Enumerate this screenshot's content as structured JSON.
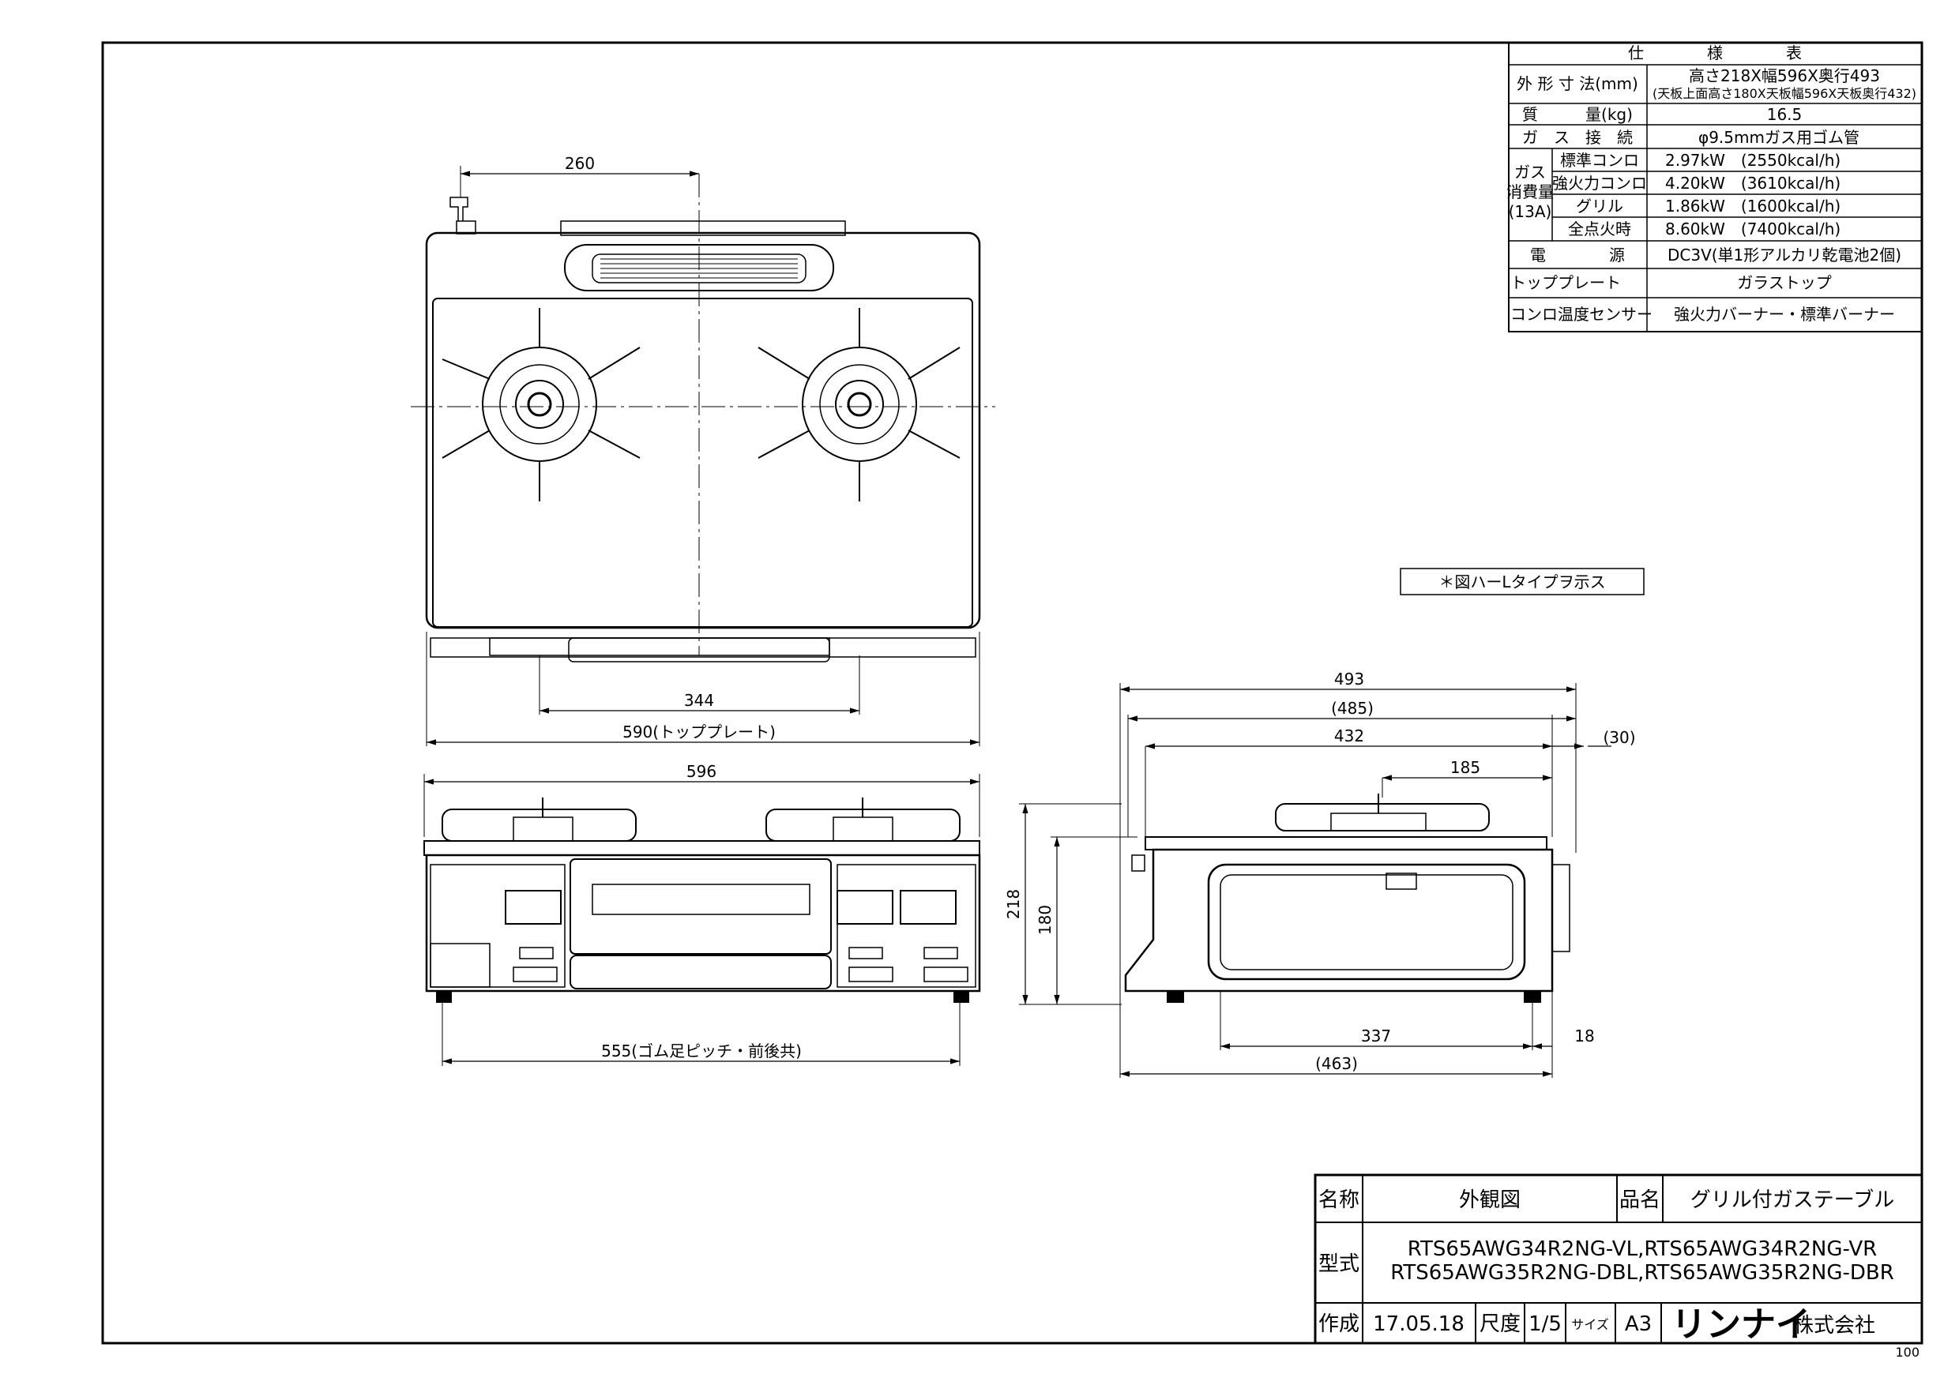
{
  "spec_table": {
    "header": "仕　　　　様　　　　表",
    "rows": [
      {
        "label": "外 形 寸 法(mm)",
        "value": "高さ218X幅596X奥行493",
        "value2": "(天板上面高さ180X天板幅596X天板奥行432)"
      },
      {
        "label": "質　　　量(kg)",
        "value": "16.5"
      },
      {
        "label": "ガ　ス　接　続",
        "value": "φ9.5mmガス用ゴム管"
      },
      {
        "label": "トッププレート",
        "value": "ガラストップ"
      },
      {
        "label": "コンロ温度センサー",
        "value": "強火力バーナー・標準バーナー"
      }
    ],
    "gas_group_label": [
      "ガス",
      "消費量",
      "(13A)"
    ],
    "gas_rows": [
      {
        "label": "標準コンロ",
        "value": "2.97kW　(2550kcal/h)"
      },
      {
        "label": "強火力コンロ",
        "value": "4.20kW　(3610kcal/h)"
      },
      {
        "label": "グリル",
        "value": "1.86kW　(1600kcal/h)"
      },
      {
        "label": "全点火時",
        "value": "8.60kW　(7400kcal/h)"
      }
    ],
    "power": {
      "label": "電　　　　源",
      "value": "DC3V(単1形アルカリ乾電池2個)"
    }
  },
  "note": "＊図ハーLタイプヲ示ス",
  "dimensions": {
    "top_260": "260",
    "top_344": "344",
    "top_590": "590(トッププレート)",
    "front_596": "596",
    "front_555": "555(ゴム足ピッチ・前後共)",
    "front_218": "218",
    "front_180": "180",
    "side_493": "493",
    "side_485": "(485)",
    "side_432": "432",
    "side_185": "185",
    "side_30": "(30)",
    "side_337": "337",
    "side_18": "18",
    "side_463": "(463)"
  },
  "title_block": {
    "name_label": "名称",
    "name_value": "外観図",
    "product_label": "品名",
    "product_value": "グリル付ガステーブル",
    "model_label": "型式",
    "model_line1": "RTS65AWG34R2NG-VL,RTS65AWG34R2NG-VR",
    "model_line2": "RTS65AWG35R2NG-DBL,RTS65AWG35R2NG-DBR",
    "created_label": "作成",
    "created_value": "17.05.18",
    "scale_label": "尺度",
    "scale_value": "1/5",
    "size_label": "サイズ",
    "size_value": "A3",
    "company_logo": "リンナイ",
    "company_suffix": "株式会社"
  },
  "page_number": "100"
}
